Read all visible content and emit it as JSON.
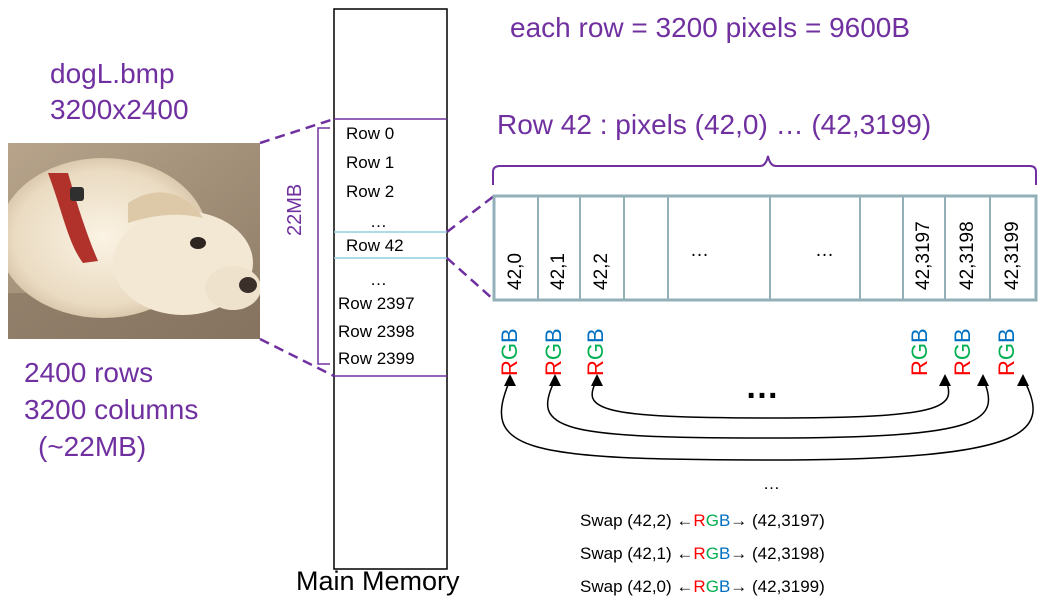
{
  "file": {
    "name": "dogL.bmp",
    "size": "3200x2400"
  },
  "image_info": {
    "rows": "2400 rows",
    "columns": "3200 columns",
    "memory": "(~22MB)"
  },
  "memory": {
    "label": "Main Memory",
    "size_label": "22MB",
    "rows": [
      "Row 0",
      "Row 1",
      "Row 2",
      "…",
      "Row 42",
      "…",
      "Row 2397",
      "Row 2398",
      "Row 2399"
    ]
  },
  "row_info": {
    "bytes": "each row = 3200 pixels = 9600B",
    "title": "Row 42 : pixels (42,0) … (42,3199)"
  },
  "pixels": [
    "42,0",
    "42,1",
    "42,2",
    "",
    "…",
    "…",
    "",
    "42,3197",
    "42,3198",
    "42,3199"
  ],
  "rgb": {
    "r": "R",
    "g": "G",
    "b": "B"
  },
  "ellipsis_big": "…",
  "swap_ellipsis": "…",
  "swaps": [
    {
      "word": "Swap",
      "left": "(42,2)",
      "arrow_left": "←",
      "arrow_right": "→",
      "right": "(42,3197)"
    },
    {
      "word": "Swap",
      "left": "(42,1)",
      "arrow_left": "←",
      "arrow_right": "→",
      "right": "(42,3198)"
    },
    {
      "word": "Swap",
      "left": "(42,0)",
      "arrow_left": "←",
      "arrow_right": "→",
      "right": "(42,3199)"
    }
  ],
  "colors": {
    "purple": "#7030a0",
    "cell_border": "#93b0b8",
    "red": "#ff0000",
    "green": "#00b050",
    "blue": "#0070c0"
  }
}
